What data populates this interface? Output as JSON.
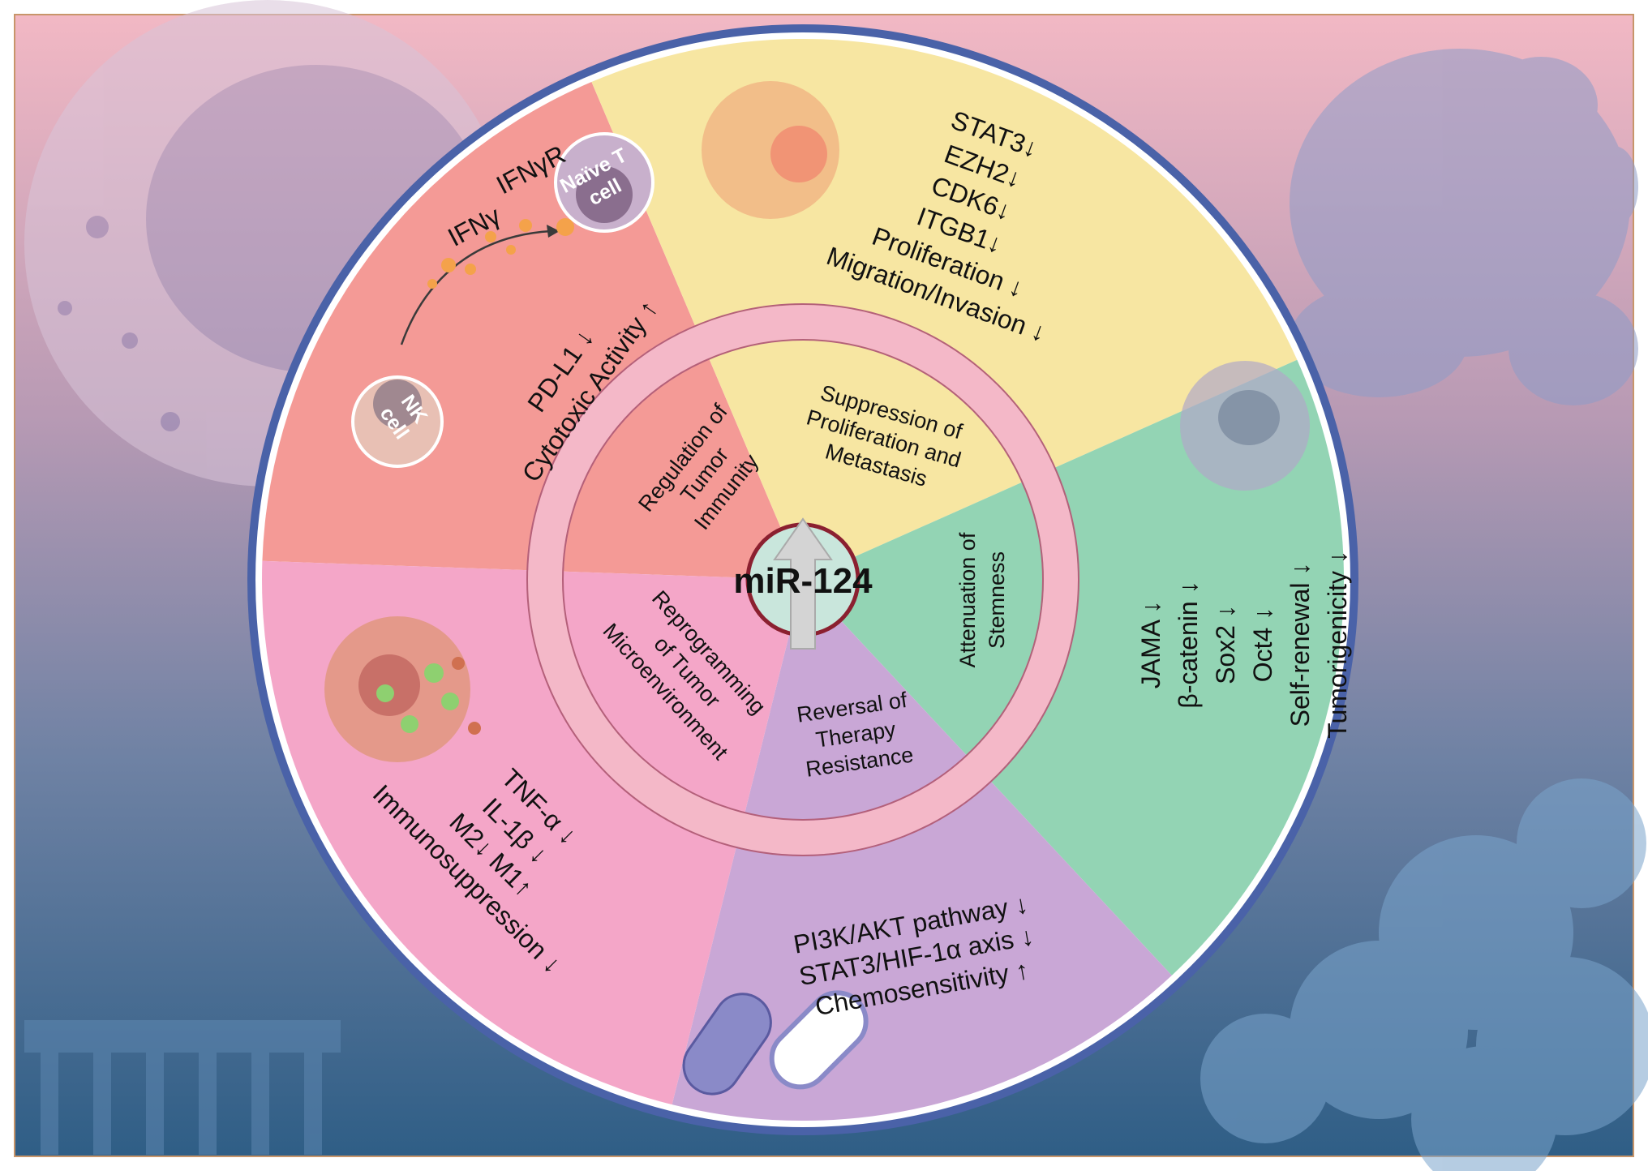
{
  "center": {
    "label": "miR-124"
  },
  "sections": {
    "immunity": {
      "title_lines": [
        "Regulation of",
        "Tumor",
        "Immunity"
      ],
      "effects": [
        "PD-L1 ↓",
        "Cytotoxic Activity ↑"
      ],
      "diagram": {
        "ifng": "IFNγ",
        "ifngr": "IFNγR",
        "naive_t_lines": [
          "Naïve T",
          "cell"
        ],
        "nk_lines": [
          "NK",
          "cell"
        ]
      }
    },
    "proliferation": {
      "title_lines": [
        "Suppression of",
        "Proliferation and",
        "Metastasis"
      ],
      "effects": [
        "STAT3↓",
        "EZH2↓",
        "CDK6↓",
        "ITGB1↓",
        "Proliferation ↓",
        "Migration/Invasion ↓"
      ]
    },
    "stemness": {
      "title_lines": [
        "Attenuation of",
        "Stemness"
      ],
      "effects": [
        "JAMA ↓",
        "β-catenin ↓",
        "Sox2 ↓",
        "Oct4 ↓",
        "Self-renewal ↓",
        "Tumorigenicity ↓"
      ]
    },
    "resistance": {
      "title_lines": [
        "Reversal of",
        "Therapy",
        "Resistance"
      ],
      "effects": [
        "PI3K/AKT pathway ↓",
        "STAT3/HIF-1α axis ↓",
        "Chemosensitivity ↑"
      ]
    },
    "microenvironment": {
      "title_lines": [
        "Reprogramming",
        "of Tumor",
        "Microenvironment"
      ],
      "effects": [
        "TNF-α ↓",
        "IL-1β ↓",
        "M2↓ M1↑",
        "Immunosuppression ↓"
      ]
    }
  },
  "colors": {
    "immunity": "#f49a96",
    "proliferation": "#f7e6a2",
    "stemness": "#93d4b4",
    "resistance": "#c9a7d6",
    "microenvironment": "#f4a6c8",
    "ring": "#f4b8c8",
    "outer_border": "#4a62a8",
    "center_fill": "#c9e6dc",
    "center_border": "#8b2030",
    "ifng_text": "#c0502a",
    "ifngr_text": "#2a8a5c"
  }
}
